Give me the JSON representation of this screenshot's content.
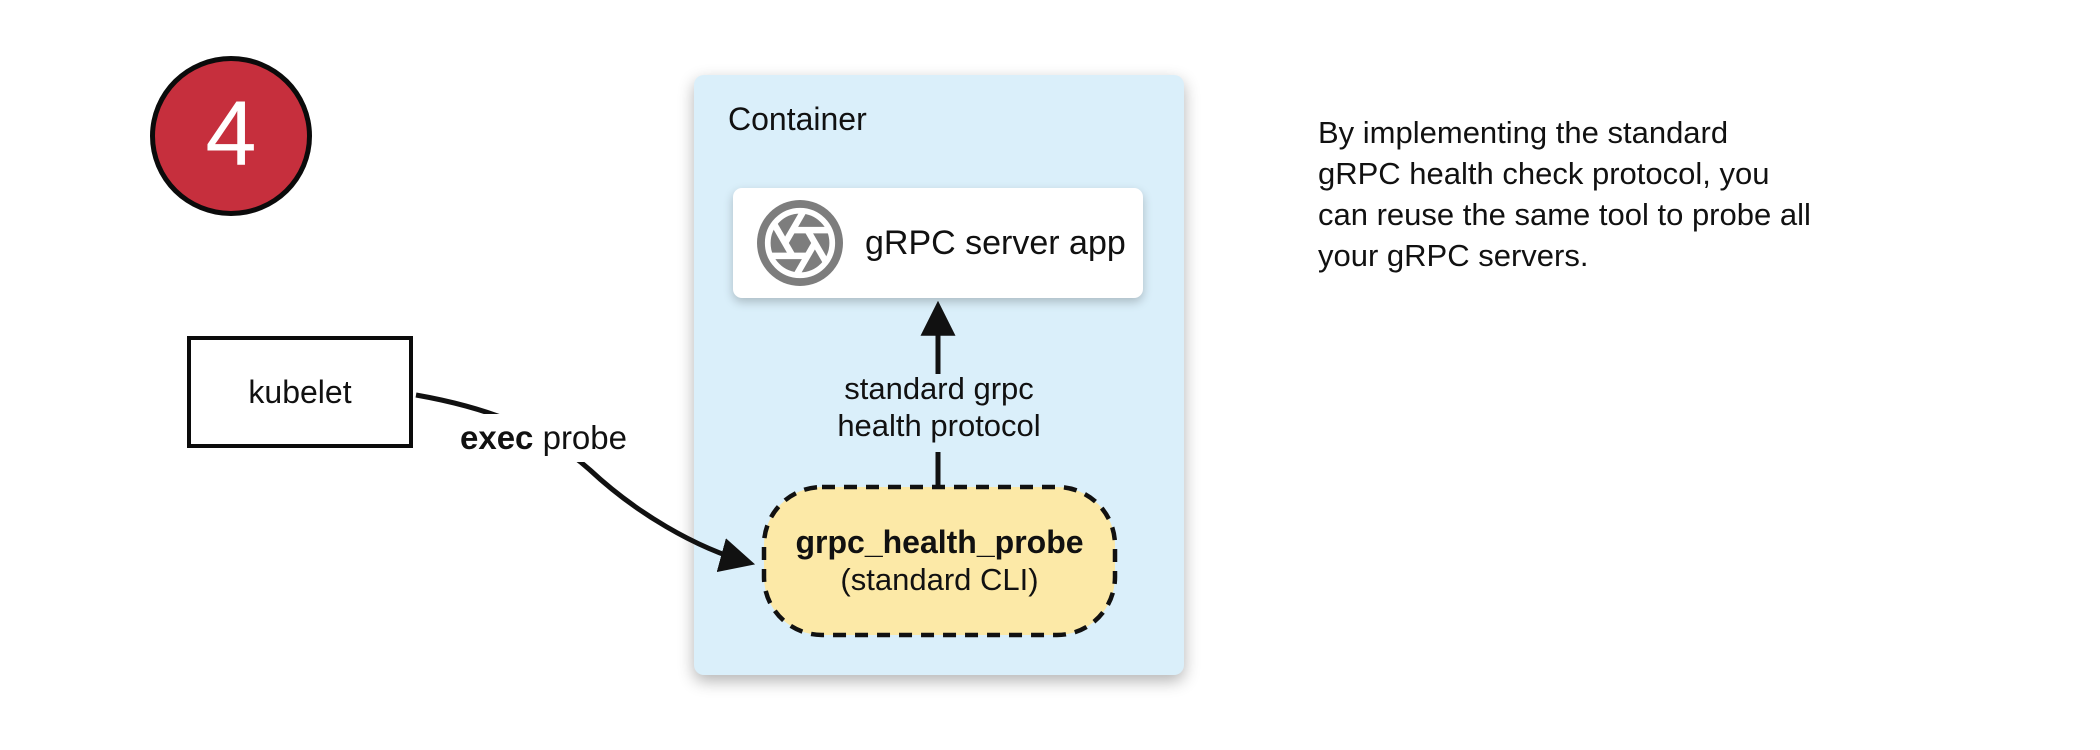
{
  "colors": {
    "badge_red": "#c62f3d",
    "container_blue": "#daeffa",
    "probe_yellow": "#fce9a7",
    "icon_gray": "#7d7d7d",
    "line_black": "#111111"
  },
  "badge": {
    "number": "4"
  },
  "nodes": {
    "kubelet": {
      "label": "kubelet"
    },
    "container": {
      "title": "Container"
    },
    "server": {
      "label": "gRPC server app",
      "icon": "aperture-icon"
    },
    "probe": {
      "title": "grpc_health_probe",
      "subtitle": "(standard CLI)"
    }
  },
  "edges": {
    "exec_probe": {
      "label_bold": "exec",
      "label_rest": " probe"
    },
    "health_protocol": {
      "line1": "standard grpc",
      "line2": "health protocol"
    }
  },
  "caption": {
    "lines": [
      "By implementing the standard",
      "gRPC health check protocol, you",
      "can reuse the same tool to probe all",
      "your gRPC servers."
    ]
  }
}
